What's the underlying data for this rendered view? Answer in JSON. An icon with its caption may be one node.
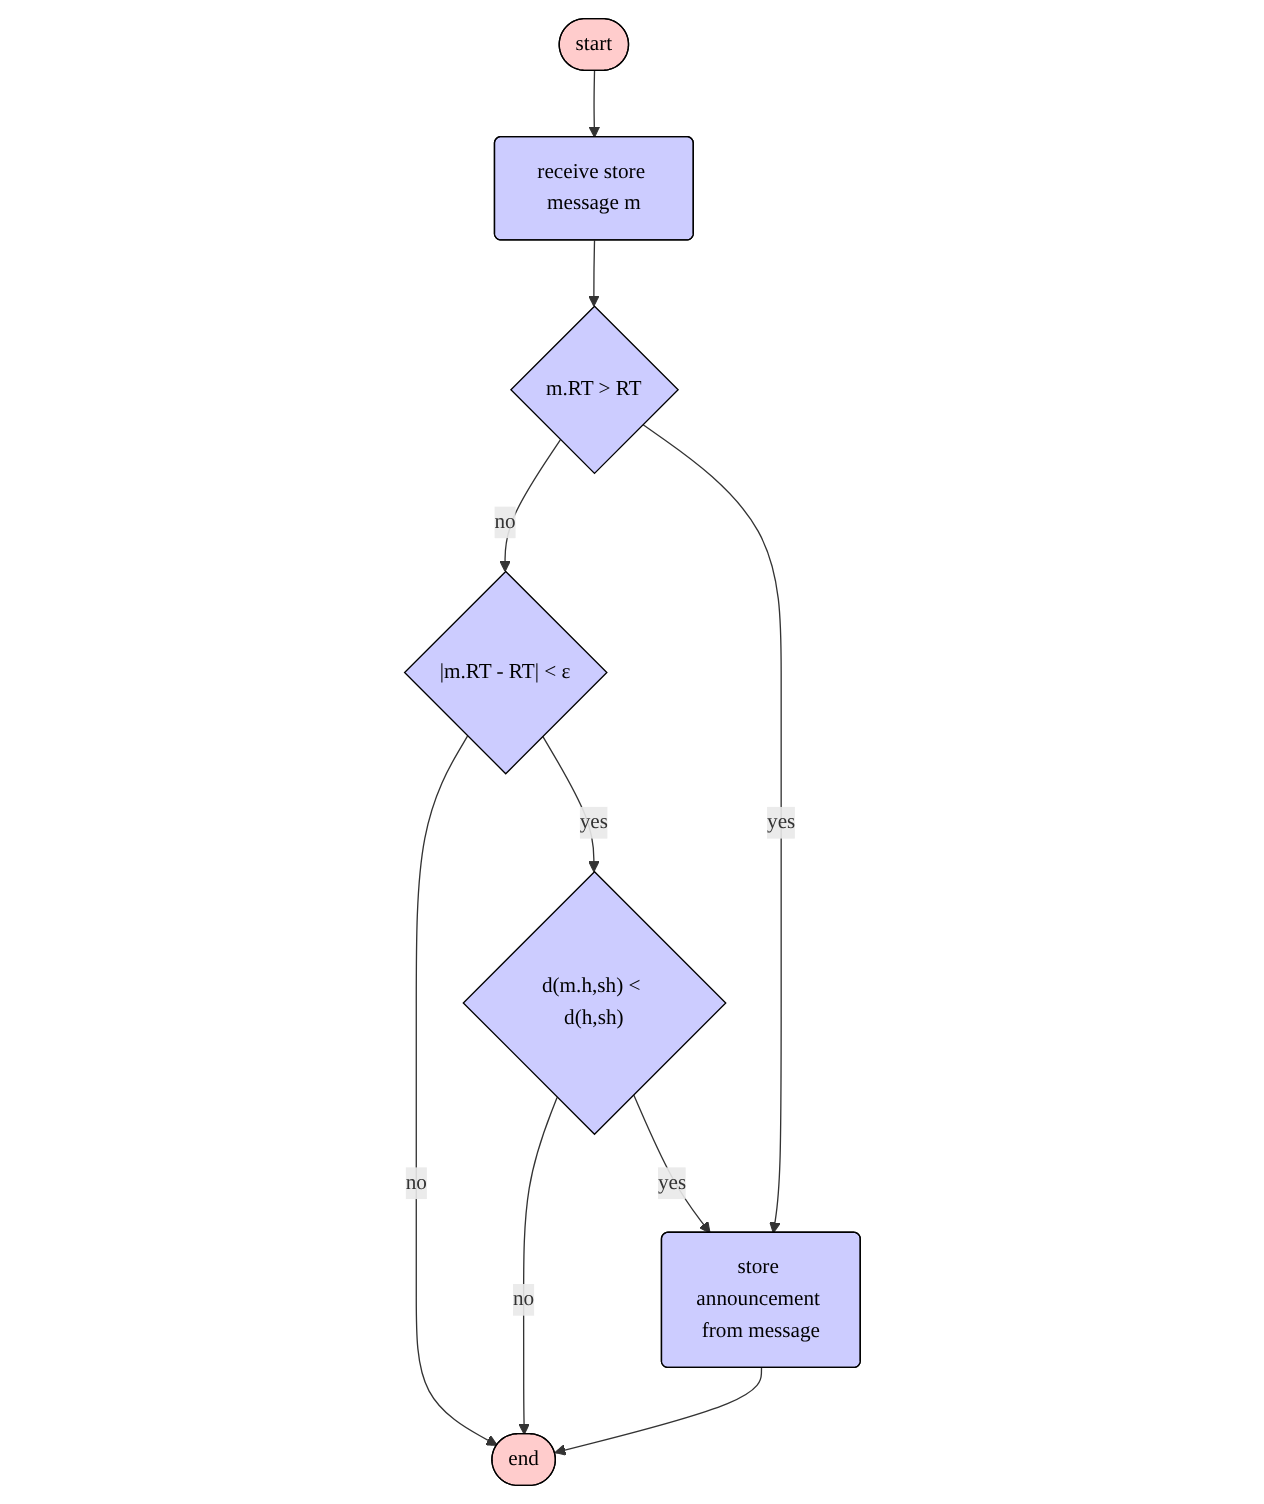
{
  "diagram": {
    "nodes": [
      {
        "text": [
          "start"
        ]
      },
      {
        "text": [
          "receive store message m"
        ]
      },
      {
        "text": [
          "m.RT > RT"
        ]
      },
      {
        "text": [
          "|m.RT - RT| < ε"
        ]
      },
      {
        "text": [
          "d(m.h,sh) < d(h,sh)"
        ]
      },
      {
        "text": [
          "store announcement from message"
        ]
      },
      {
        "text": [
          "end"
        ]
      }
    ],
    "edges": [
      {
        "from": 0,
        "to": 1,
        "arrow": "to"
      },
      {
        "from": 1,
        "to": 2,
        "arrow": "to"
      },
      {
        "from": 2,
        "to": 3,
        "arrow": "to",
        "label": "no"
      },
      {
        "from": 3,
        "to": 6,
        "arrow": "to",
        "label": "no"
      },
      {
        "from": 3,
        "to": 4,
        "arrow": "to",
        "label": "yes"
      },
      {
        "from": 4,
        "to": 6,
        "arrow": "to",
        "label": "no"
      },
      {
        "from": 4,
        "to": 5,
        "arrow": "to",
        "label": "yes"
      },
      {
        "from": 2,
        "to": 5,
        "arrow": "to",
        "label": "yes"
      },
      {
        "from": 5,
        "to": 6,
        "arrow": "to"
      }
    ]
  }
}
